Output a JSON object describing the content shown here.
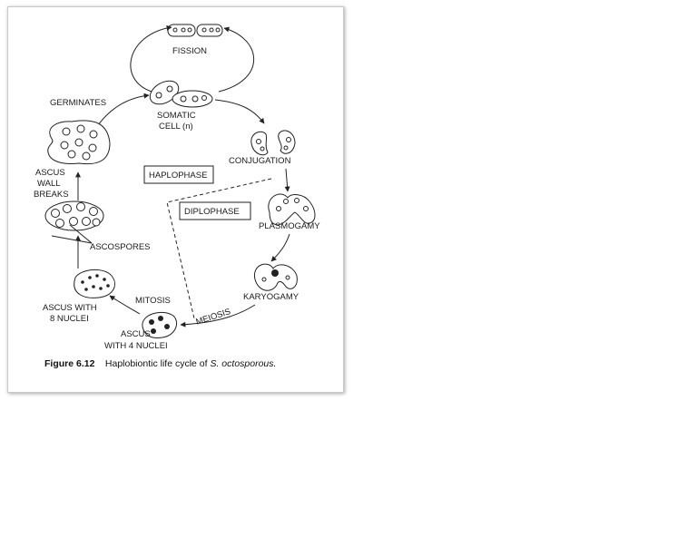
{
  "labels": {
    "fission": "FISSION",
    "germinates": "GERMINATES",
    "somatic_cell_1": "SOMATIC",
    "somatic_cell_2": "CELL (n)",
    "conjugation": "CONJUGATION",
    "ascus_wall_1": "ASCUS",
    "ascus_wall_2": "WALL",
    "ascus_wall_3": "BREAKS",
    "haplophase": "HAPLOPHASE",
    "diplophase": "DIPLOPHASE",
    "plasmogamy": "PLASMOGAMY",
    "ascospores": "ASCOSPORES",
    "karyogamy": "KARYOGAMY",
    "mitosis": "MITOSIS",
    "meiosis": "MEIOSIS",
    "ascus8_1": "ASCUS WITH",
    "ascus8_2": "8 NUCLEI",
    "ascus4_1": "ASCUS",
    "ascus4_2": "WITH 4 NUCLEI"
  },
  "caption": {
    "number": "Figure 6.12",
    "text": "Haplobiontic life cycle of ",
    "species": "S. octosporous."
  },
  "colors": {
    "ink": "#222222",
    "border": "#c9c9c9"
  }
}
